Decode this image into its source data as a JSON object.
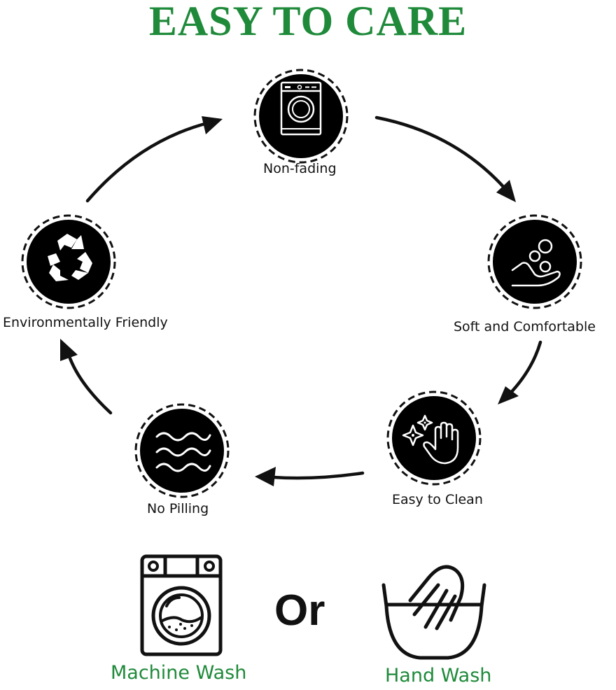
{
  "title": "EASY TO CARE",
  "colors": {
    "accent_green": "#1f8a3a",
    "badge_fill": "#000000",
    "line": "#111111"
  },
  "cycle": [
    {
      "id": "non-fading",
      "label": "Non-fading",
      "icon": "washing-machine-icon"
    },
    {
      "id": "soft",
      "label": "Soft and Comfortable",
      "icon": "hand-bubbles-icon"
    },
    {
      "id": "easy-clean",
      "label": "Easy to Clean",
      "icon": "clean-hand-sparkle-icon"
    },
    {
      "id": "no-pilling",
      "label": "No Pilling",
      "icon": "waves-icon"
    },
    {
      "id": "eco",
      "label": "Environmentally Friendly",
      "icon": "recycle-icon"
    }
  ],
  "wash_options": {
    "machine": {
      "label": "Machine Wash",
      "icon": "machine-wash-icon"
    },
    "separator": "Or",
    "hand": {
      "label": "Hand Wash",
      "icon": "hand-wash-icon"
    }
  }
}
